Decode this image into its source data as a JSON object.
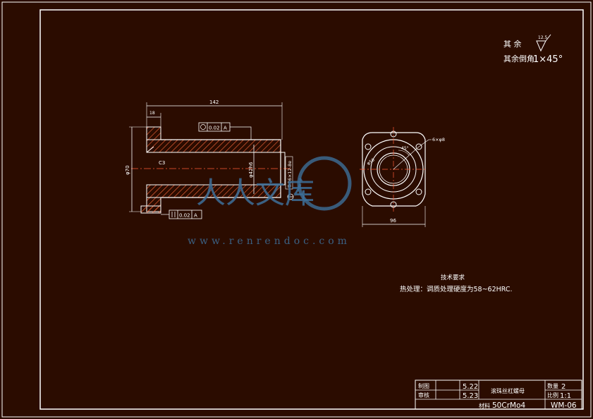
{
  "notes": {
    "line1_label": "其  余",
    "roughness_value": "12.5",
    "line2_label": "其余倒角",
    "line2_value": "1×45°"
  },
  "side_view": {
    "dim_overall_length": "142",
    "dim_flange_width": "18",
    "dim_outer_diameter": "φ70",
    "dim_bore": "φ42h6",
    "dim_thread": "Tr36×12-8e",
    "chamfer": "C3",
    "tolerance_top_value": "0.02",
    "tolerance_top_datum": "A",
    "tolerance_bottom_value": "0.02",
    "tolerance_bottom_datum": "A"
  },
  "end_view": {
    "hole_callout": "6×φ8",
    "angle": "45°",
    "pcd": "φ56",
    "width": "96"
  },
  "tech_requirements": {
    "title": "技术要求",
    "line": "热处理：调质处理硬度为58~62HRC."
  },
  "title_block": {
    "draw_label": "制图",
    "draw_date": "5.22",
    "check_label": "审核",
    "check_date": "5.23",
    "part_name": "滚珠丝杠螺母",
    "qty_label": "数量",
    "qty_value": "2",
    "scale_label": "比例",
    "scale_value": "1:1",
    "material_label": "材料",
    "material_value": "50CrMo4",
    "drawing_no": "WM-06"
  },
  "watermark": {
    "logo_text": "人人文库",
    "url": "www.renrendoc.com"
  },
  "colors": {
    "background": "#2b0c00",
    "line": "#ffffff",
    "hatch": "#ff6a3c",
    "center_line": "#ff5a36",
    "watermark": "#3d6f99"
  }
}
